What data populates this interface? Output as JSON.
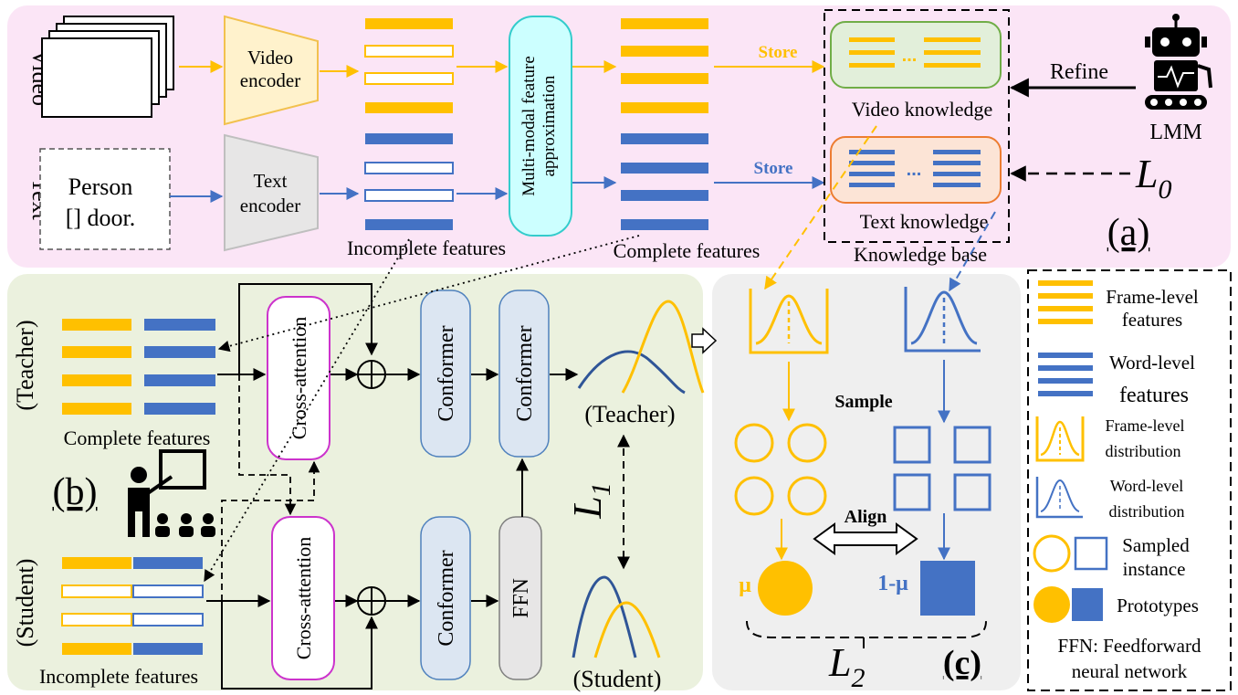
{
  "colors": {
    "yellow": "#FFC000",
    "blue": "#4472C4",
    "panel_a": "#FBE5F6",
    "panel_b": "#EBF1DE",
    "panel_c": "#EFEFEF",
    "video_knowledge_fill": "#E2EFDA",
    "text_knowledge_fill": "#FCE4D6",
    "mmfa_fill": "#CCFFFF",
    "mmfa_stroke": "#33CCCC",
    "conformer_fill": "#DCE6F2",
    "cross_attention_stroke": "#CC33CC",
    "encoder_video_fill": "#FFF2CC",
    "encoder_text_fill": "#E7E6E6"
  },
  "panel_a": {
    "label": "(a)",
    "video_side_label": "Video",
    "text_side_label": "Text",
    "text_input_line1": "Person",
    "text_input_line2": "[] door.",
    "video_encoder_line1": "Video",
    "video_encoder_line2": "encoder",
    "text_encoder_line1": "Text",
    "text_encoder_line2": "encoder",
    "incomplete_features": "Incomplete features",
    "mmfa_line1": "Multi-modal feature",
    "mmfa_line2": "approximation",
    "complete_features": "Complete features",
    "store_video": "Store",
    "store_text": "Store",
    "video_knowledge": "Video knowledge",
    "text_knowledge": "Text knowledge",
    "knowledge_base": "Knowledge base",
    "refine": "Refine",
    "lmm": "LMM",
    "l0_main": "L",
    "l0_sub": "0",
    "robot_icon": "robot-icon"
  },
  "panel_b": {
    "label": "(b)",
    "teacher_side": "(Teacher)",
    "student_side": "(Student)",
    "complete_features": "Complete features",
    "incomplete_features": "Incomplete features",
    "cross_attention": "Cross-attention",
    "conformer": "Conformer",
    "ffn": "FFN",
    "teacher_dist": "(Teacher)",
    "student_dist": "(Student)",
    "l1_main": "L",
    "l1_sub": "1",
    "teacher_icon": "teacher-icon"
  },
  "panel_c": {
    "label": "(c)",
    "sample": "Sample",
    "align": "Align",
    "mu": "μ",
    "one_minus_mu": "1-μ",
    "l2_main": "L",
    "l2_sub": "2"
  },
  "legend": {
    "frame_features_line1": "Frame-level",
    "frame_features_line2": "features",
    "word_features_line1": "Word-level",
    "word_features_line2": "features",
    "frame_dist_line1": "Frame-level",
    "frame_dist_line2": "distribution",
    "word_dist_line1": "Word-level",
    "word_dist_line2": "distribution",
    "sampled_line1": "Sampled",
    "sampled_line2": "instance",
    "prototypes": "Prototypes",
    "ffn_line1": "FFN: Feedforward",
    "ffn_line2": "neural network"
  }
}
